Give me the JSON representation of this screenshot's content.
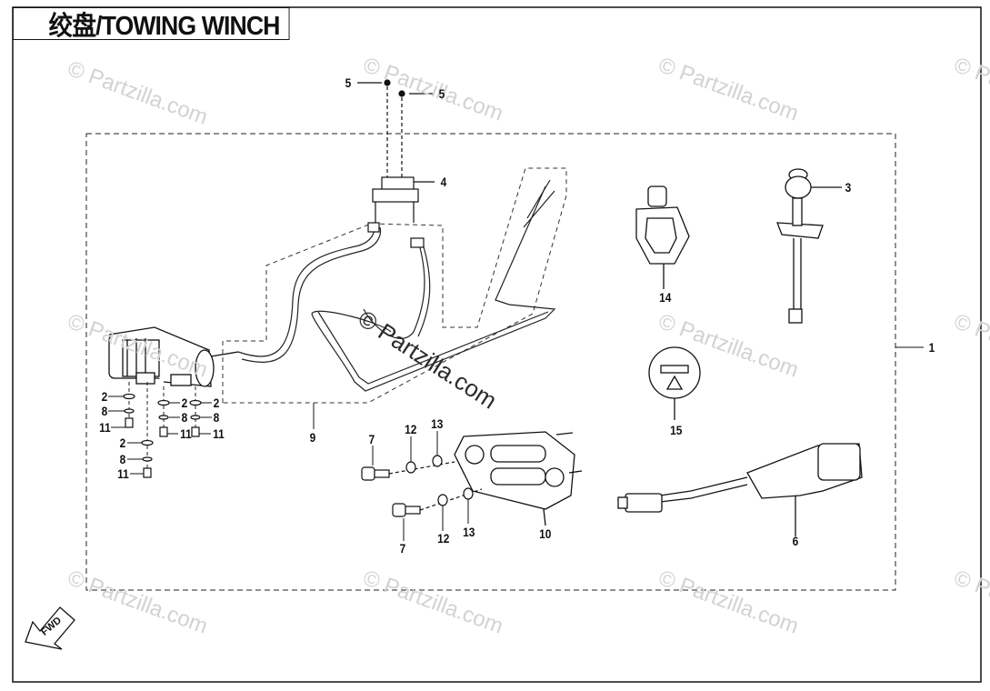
{
  "title": "绞盘/TOWING WINCH",
  "watermark": "© Partzilla.com",
  "fwd_label": "FWD",
  "callouts": {
    "c1": "1",
    "c2a": "2",
    "c2b": "2",
    "c2c": "2",
    "c2d": "2",
    "c3": "3",
    "c4": "4",
    "c5a": "5",
    "c5b": "5",
    "c6": "6",
    "c7a": "7",
    "c7b": "7",
    "c8a": "8",
    "c8b": "8",
    "c8c": "8",
    "c8d": "8",
    "c9": "9",
    "c10": "10",
    "c11a": "11",
    "c11b": "11",
    "c11c": "11",
    "c11d": "11",
    "c12a": "12",
    "c12b": "12",
    "c13a": "13",
    "c13b": "13",
    "c14": "14",
    "c15": "15"
  },
  "colors": {
    "line": "#111111",
    "watermark": "#d2d2d2"
  }
}
